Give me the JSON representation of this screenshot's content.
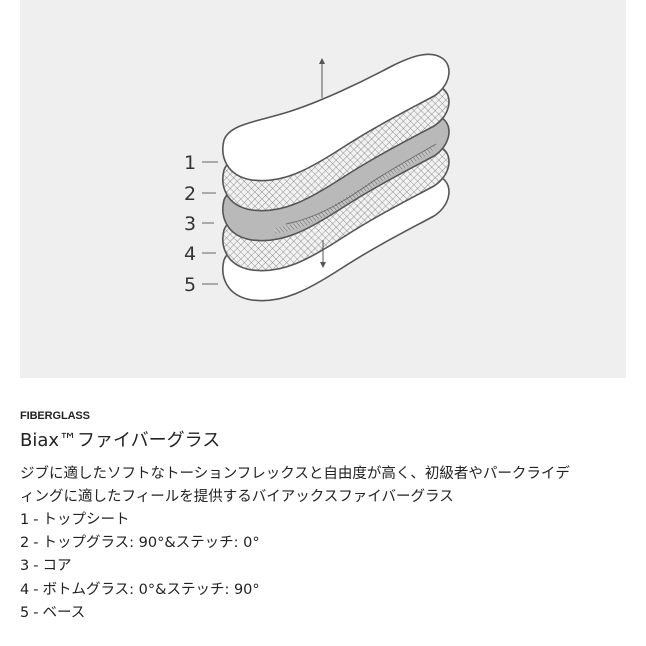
{
  "figure": {
    "layer_numbers": [
      "1",
      "2",
      "3",
      "4",
      "5"
    ],
    "colors": {
      "panel_background": "#efefef",
      "outline": "#555555",
      "core_fill": "#b8b8b8",
      "glass_fill": "#f2f2f2"
    },
    "icons": [
      "arrow-up-icon",
      "arrow-down-icon"
    ]
  },
  "content": {
    "section_label": "FIBERGLASS",
    "title": "Biax™ファイバーグラス",
    "description_lines": [
      "ジブに適したソフトなトーションフレックスと自由度が高く、初級者やパークライデ",
      "ィングに適したフィールを提供するバイアックスファイバーグラス"
    ],
    "layers": [
      {
        "num": "1",
        "sep": "-",
        "name": "トップシート"
      },
      {
        "num": "2",
        "sep": "-",
        "name": "トップグラス: 90°&ステッチ: 0°"
      },
      {
        "num": "3",
        "sep": "-",
        "name": "コア"
      },
      {
        "num": "4",
        "sep": "-",
        "name": "ボトムグラス: 0°&ステッチ: 90°"
      },
      {
        "num": "5",
        "sep": "-",
        "name": "ベース"
      }
    ]
  }
}
